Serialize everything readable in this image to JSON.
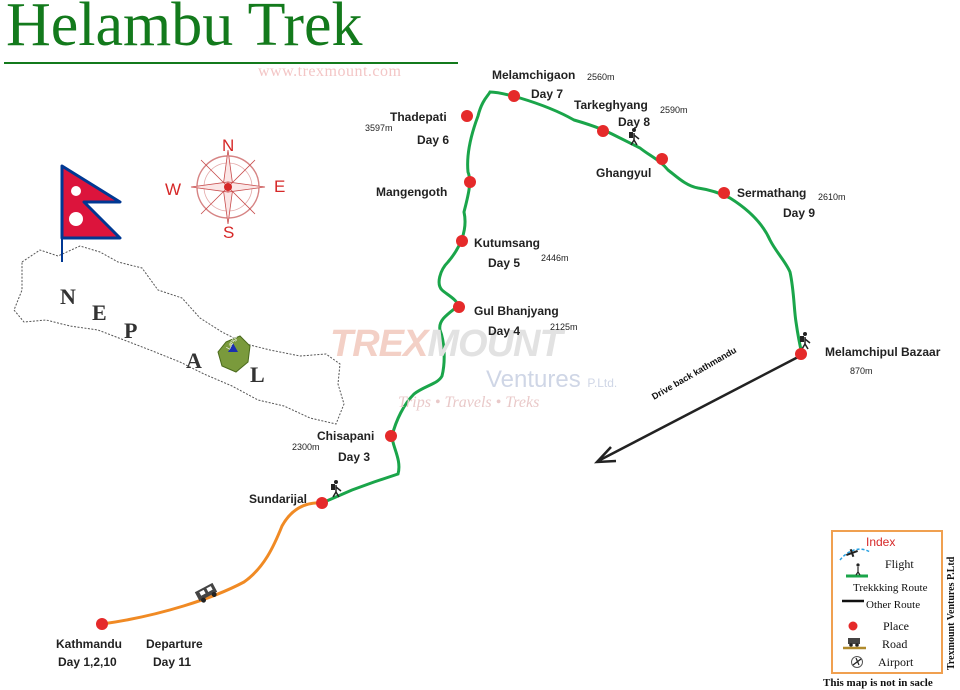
{
  "header": {
    "title": "Helambu Trek",
    "url": "www.trexmount.com"
  },
  "compass": {
    "n": "N",
    "s": "S",
    "e": "E",
    "w": "W"
  },
  "country": {
    "letters": [
      "N",
      "E",
      "P",
      "A",
      "L"
    ],
    "region": "Langtang"
  },
  "places": [
    {
      "id": "kathmandu",
      "name": "Kathmandu",
      "day": "Day 1,2,10",
      "alt": ""
    },
    {
      "id": "sundarijal",
      "name": "Sundarijal",
      "day": "",
      "alt": ""
    },
    {
      "id": "chisapani",
      "name": "Chisapani",
      "day": "Day 3",
      "alt": "2300m"
    },
    {
      "id": "gul-bhanjyang",
      "name": "Gul Bhanjyang",
      "day": "Day 4",
      "alt": "2125m"
    },
    {
      "id": "kutumsang",
      "name": "Kutumsang",
      "day": "Day 5",
      "alt": "2446m"
    },
    {
      "id": "mangengoth",
      "name": "Mangengoth",
      "day": "",
      "alt": ""
    },
    {
      "id": "thadepati",
      "name": "Thadepati",
      "day": "Day 6",
      "alt": "3597m"
    },
    {
      "id": "melamchigaon",
      "name": "Melamchigaon",
      "day": "Day 7",
      "alt": "2560m"
    },
    {
      "id": "tarkeghyang",
      "name": "Tarkeghyang",
      "day": "Day 8",
      "alt": "2590m"
    },
    {
      "id": "ghangyul",
      "name": "Ghangyul",
      "day": "",
      "alt": ""
    },
    {
      "id": "sermathang",
      "name": "Sermathang",
      "day": "Day 9",
      "alt": "2610m"
    },
    {
      "id": "melamchipul-bazaar",
      "name": "Melamchipul Bazaar",
      "day": "",
      "alt": "870m"
    }
  ],
  "departure": {
    "label": "Departure",
    "day": "Day 11"
  },
  "drive_label": "Drive back kathmandu",
  "watermark": {
    "brand_a": "TREX",
    "brand_b": "MOUNT",
    "line2": "Ventures",
    "line2_suffix": "P.Ltd.",
    "tagline": "Trips • Travels • Treks"
  },
  "legend": {
    "title": "Index",
    "flight": "Flight",
    "trekking": "Trekkking Route",
    "other": "Other Route",
    "place": "Place",
    "road": "Road",
    "airport": "Airport",
    "credit": "Trexmount Ventures P.Ltd",
    "note": "This map is not in sacle"
  },
  "colors": {
    "title": "#137a1c",
    "trek_route": "#1aa54a",
    "road_route": "#f08a24",
    "place_dot": "#e52a2a",
    "flag_red": "#dc143c",
    "flag_blue": "#003893",
    "legend_border": "#f0a050"
  }
}
